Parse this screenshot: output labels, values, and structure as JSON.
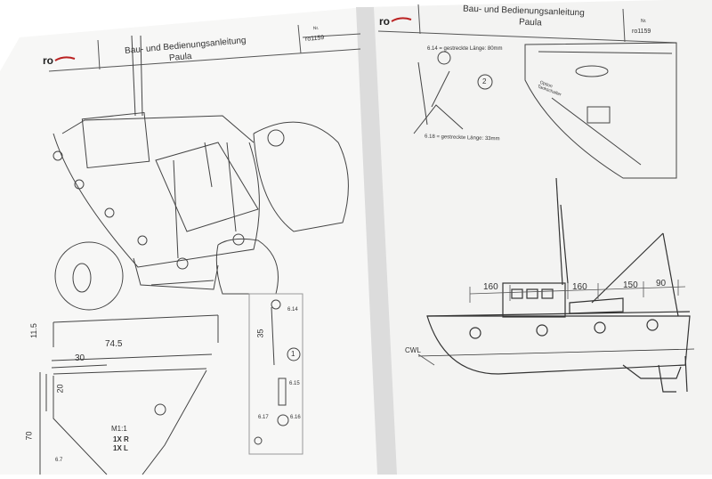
{
  "left_page": {
    "title": "Bau- und Bedienungsanleitung",
    "subtitle": "Paula",
    "nr_label": "Nr.",
    "nr_value": "ro1159",
    "logo_text": "ro",
    "dims": {
      "d115": "11.5",
      "d745": "74.5",
      "d30": "30",
      "d20": "20",
      "d70": "70",
      "d35": "35",
      "m11": "M1:1",
      "r": "1X R",
      "l": "1X L",
      "callout1": "1",
      "p614": "6.14",
      "p615": "6.15",
      "p616": "6.16",
      "p617": "6.17",
      "p67": "6.7"
    }
  },
  "right_page": {
    "title": "Bau- und Bedienungsanleitung",
    "subtitle": "Paula",
    "nr_label": "Nr.",
    "nr_value": "ro1159",
    "logo_text": "ro",
    "note_614": "6.14 = gestreckte Länge: 80mm",
    "note_618": "6.18 = gestreckte Länge: 33mm",
    "callout2": "2",
    "option_label": "Option",
    "option_sub": "Tankschalter",
    "cwl": "CWL",
    "dims": {
      "d160a": "160",
      "d160b": "160",
      "d150": "150",
      "d90": "90"
    }
  }
}
